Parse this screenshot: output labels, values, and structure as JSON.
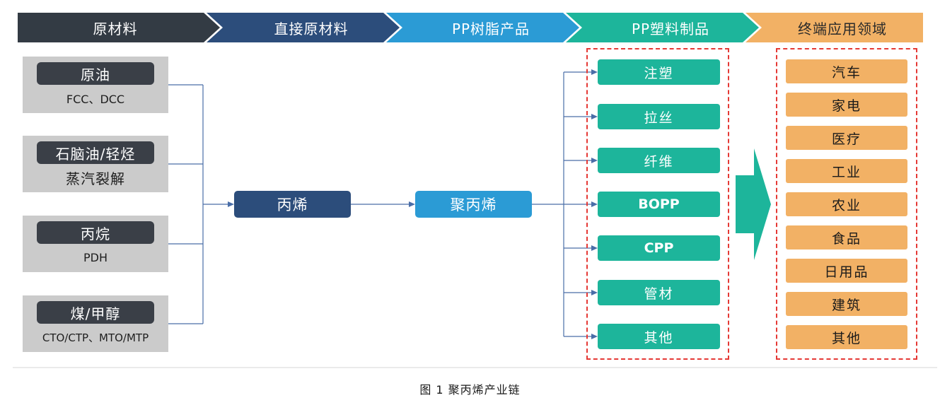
{
  "header": {
    "stages": [
      {
        "label": "原材料",
        "color": "#333b44"
      },
      {
        "label": "直接原材料",
        "color": "#2c4d7b"
      },
      {
        "label": "PP树脂产品",
        "color": "#2b9bd5"
      },
      {
        "label": "PP塑料制品",
        "color": "#1db59b"
      },
      {
        "label": "终端应用领域",
        "color": "#f2b165"
      }
    ]
  },
  "raw_materials": [
    {
      "title": "原油",
      "process": "FCC、DCC"
    },
    {
      "title": "石脑油/轻烃",
      "process": "蒸汽裂解"
    },
    {
      "title": "丙烷",
      "process": "PDH"
    },
    {
      "title": "煤/甲醇",
      "process": "CTO/CTP、MTO/MTP"
    }
  ],
  "direct_material": {
    "label": "丙烯"
  },
  "resin_product": {
    "label": "聚丙烯"
  },
  "plastic_products": [
    "注塑",
    "拉丝",
    "纤维",
    "BOPP",
    "CPP",
    "管材",
    "其他"
  ],
  "applications": [
    "汽车",
    "家电",
    "医疗",
    "工业",
    "农业",
    "食品",
    "日用品",
    "建筑",
    "其他"
  ],
  "caption": "图 1  聚丙烯产业链",
  "colors": {
    "line": "#4a6ea8",
    "big_arrow": "#1db59b",
    "dash_border": "#e53935"
  }
}
